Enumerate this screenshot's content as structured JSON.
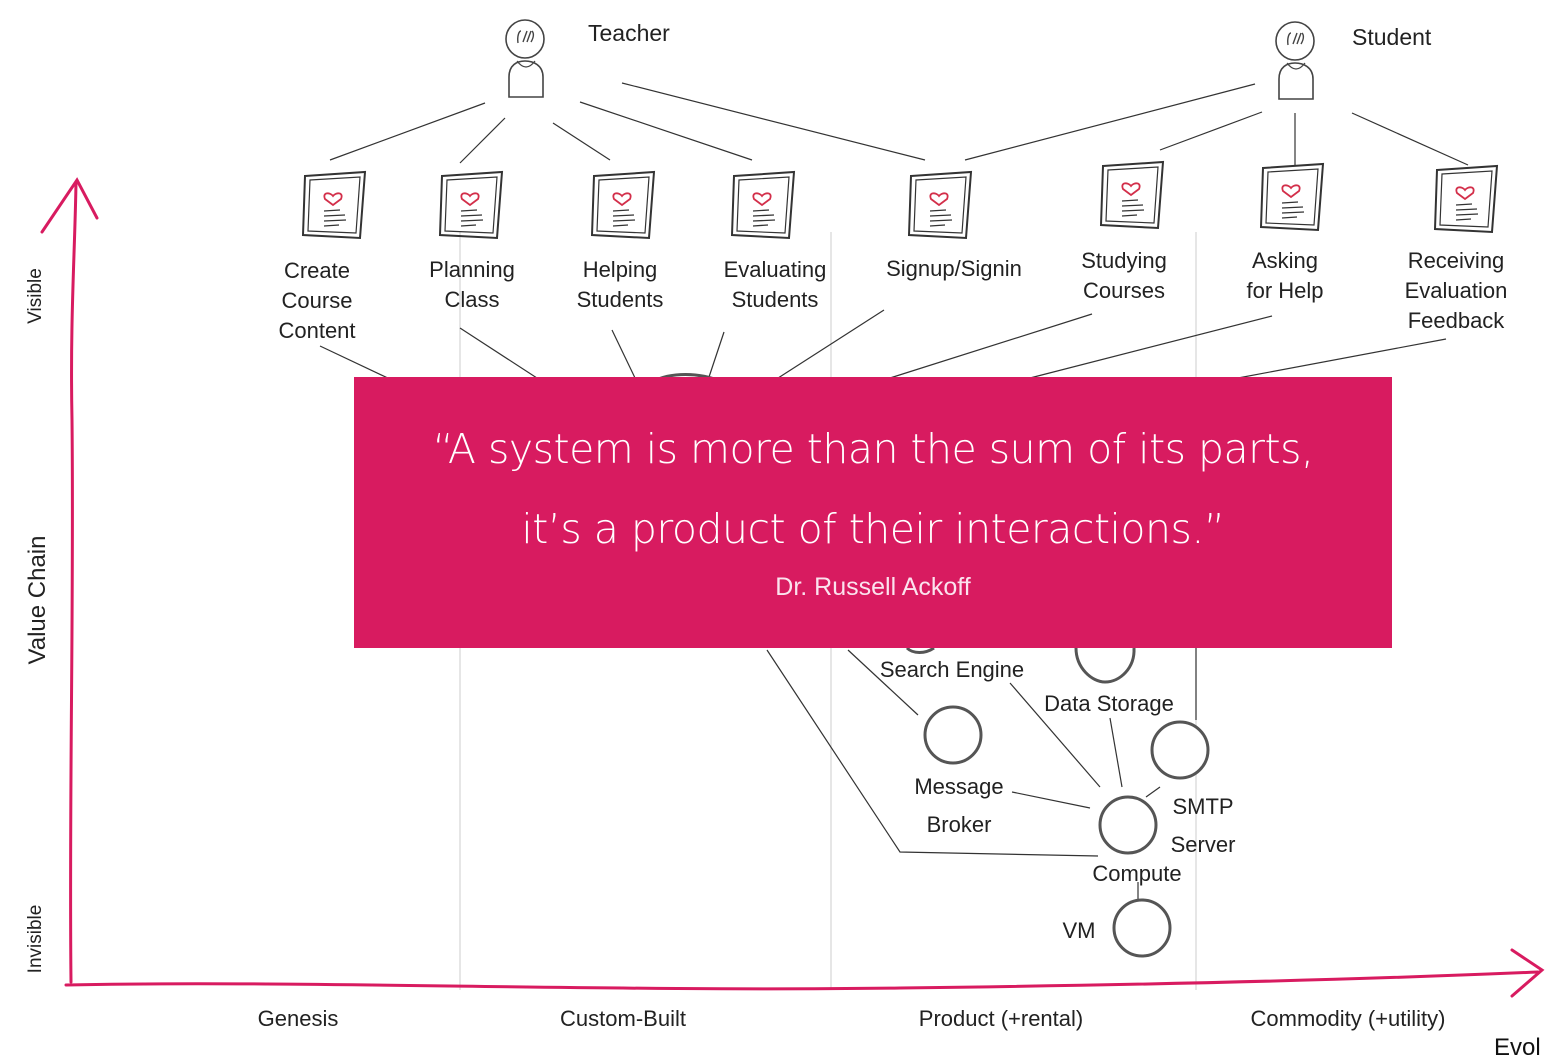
{
  "actors": [
    {
      "id": "teacher",
      "name": "Teacher"
    },
    {
      "id": "student",
      "name": "Student"
    }
  ],
  "needs": [
    {
      "id": "create",
      "label": "Create\nCourse\nContent"
    },
    {
      "id": "planning",
      "label": "Planning\nClass"
    },
    {
      "id": "helping",
      "label": "Helping\nStudents"
    },
    {
      "id": "evaluating",
      "label": "Evaluating\nStudents"
    },
    {
      "id": "signup",
      "label": "Signup/Signin"
    },
    {
      "id": "studying",
      "label": "Studying\nCourses"
    },
    {
      "id": "asking",
      "label": "Asking\nfor Help"
    },
    {
      "id": "receiving",
      "label": "Receiving\nEvaluation\nFeedback"
    }
  ],
  "components": [
    {
      "id": "search",
      "label": "Search Engine"
    },
    {
      "id": "storage",
      "label": "Data Storage"
    },
    {
      "id": "broker",
      "label": "Message\nBroker"
    },
    {
      "id": "smtp",
      "label": "SMTP\nServer"
    },
    {
      "id": "compute",
      "label": "Compute"
    },
    {
      "id": "vm",
      "label": "VM"
    }
  ],
  "axes": {
    "y_label": "Value Chain",
    "y_top": "Visible",
    "y_bottom": "Invisible",
    "x_label": "Evol",
    "stages": [
      "Genesis",
      "Custom-Built",
      "Product (+rental)",
      "Commodity (+utility)"
    ]
  },
  "quote": {
    "line1": "“A system is more than the sum of its parts,",
    "line2": "it’s a product of their interactions.”",
    "author": "Dr. Russell Ackoff"
  },
  "colors": {
    "accent": "#d81b60",
    "axis": "#d81b60",
    "heart": "#d32f4a",
    "node_stroke": "#555555",
    "line": "#333333"
  },
  "icons": {
    "actor": "person-sketch-icon",
    "need": "document-heart-icon"
  }
}
